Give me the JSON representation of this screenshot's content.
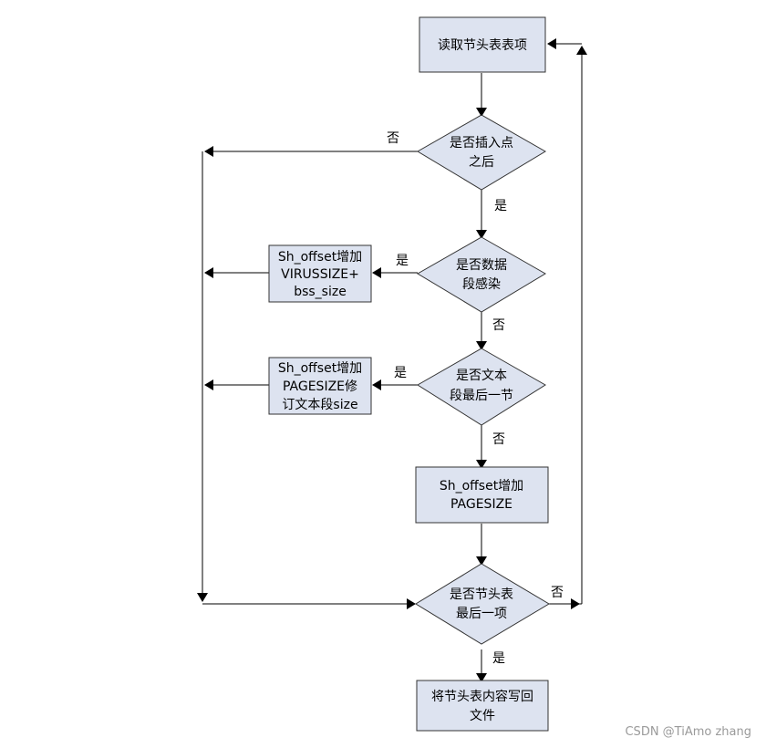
{
  "nodes": {
    "read_entry": [
      "读取节头表表项"
    ],
    "after_insert": [
      "是否插入点",
      "之后"
    ],
    "data_infected": [
      "是否数据",
      "段感染"
    ],
    "text_last": [
      "是否文本",
      "段最后一节"
    ],
    "add_pagesize": [
      "Sh_offset增加",
      "PAGESIZE"
    ],
    "add_virus": [
      "Sh_offset增加",
      "VIRUSSIZE+",
      "bss_size"
    ],
    "add_pagesize_fix": [
      "Sh_offset增加",
      "PAGESIZE修",
      "订文本段size"
    ],
    "last_entry": [
      "是否节头表",
      "最后一项"
    ],
    "write_back": [
      "将节头表内容写回",
      "文件"
    ]
  },
  "edge_labels": {
    "after_insert_no": "否",
    "after_insert_yes": "是",
    "data_yes": "是",
    "data_no": "否",
    "text_yes": "是",
    "text_no": "否",
    "last_no": "否",
    "last_yes": "是"
  },
  "watermark": "CSDN @TiAmo zhang"
}
